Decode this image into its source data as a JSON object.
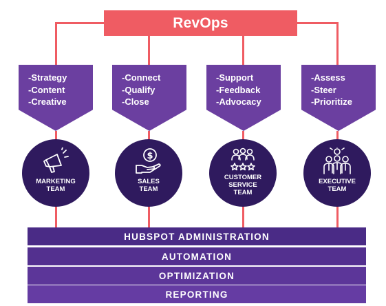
{
  "header": {
    "title": "RevOps"
  },
  "teams": [
    {
      "items": [
        "-Strategy",
        "-Content",
        "-Creative"
      ],
      "name": "MARKETING\nTEAM",
      "icon": "megaphone-icon"
    },
    {
      "items": [
        "-Connect",
        "-Qualify",
        "-Close"
      ],
      "name": "SALES\nTEAM",
      "icon": "money-hand-icon"
    },
    {
      "items": [
        "-Support",
        "-Feedback",
        "-Advocacy"
      ],
      "name": "CUSTOMER\nSERVICE\nTEAM",
      "icon": "team-stars-icon"
    },
    {
      "items": [
        "-Assess",
        "-Steer",
        "-Prioritize"
      ],
      "name": "EXECUTIVE\nTEAM",
      "icon": "executive-group-icon"
    }
  ],
  "foundation": {
    "layers": [
      "HUBSPOT ADMINISTRATION",
      "AUTOMATION",
      "OPTIMIZATION",
      "REPORTING"
    ]
  },
  "colors": {
    "accent": "#ef5c63",
    "shield": "#6b3fa0",
    "circle": "#2f1a5e",
    "bands": [
      "#4a2b86",
      "#53308f",
      "#5c3699",
      "#653ca3"
    ]
  }
}
